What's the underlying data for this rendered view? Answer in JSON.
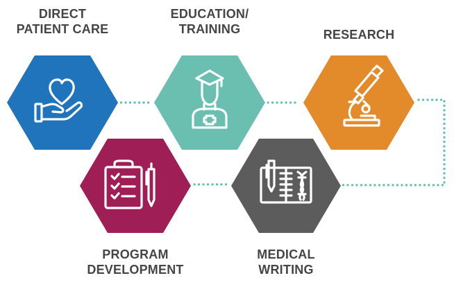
{
  "categories": [
    {
      "id": "direct-patient-care",
      "icon": "heart-hand-icon",
      "color": "#1f74bb",
      "label_lines": [
        "DIRECT",
        "PATIENT CARE"
      ]
    },
    {
      "id": "education-training",
      "icon": "graduate-doctor-icon",
      "color": "#6bbfb1",
      "label_lines": [
        "EDUCATION/",
        "TRAINING"
      ]
    },
    {
      "id": "research",
      "icon": "microscope-icon",
      "color": "#e38b2a",
      "label_lines": [
        "RESEARCH"
      ]
    },
    {
      "id": "medical-writing",
      "icon": "notebook-pen-dna-icon",
      "color": "#5c5c5c",
      "label_lines": [
        "MEDICAL",
        "WRITING"
      ]
    },
    {
      "id": "program-development",
      "icon": "clipboard-checklist-pen-icon",
      "color": "#9e1e55",
      "label_lines": [
        "PROGRAM",
        "DEVELOPMENT"
      ]
    }
  ],
  "connector_color": "#5fbdb1",
  "label_color": "#454545"
}
